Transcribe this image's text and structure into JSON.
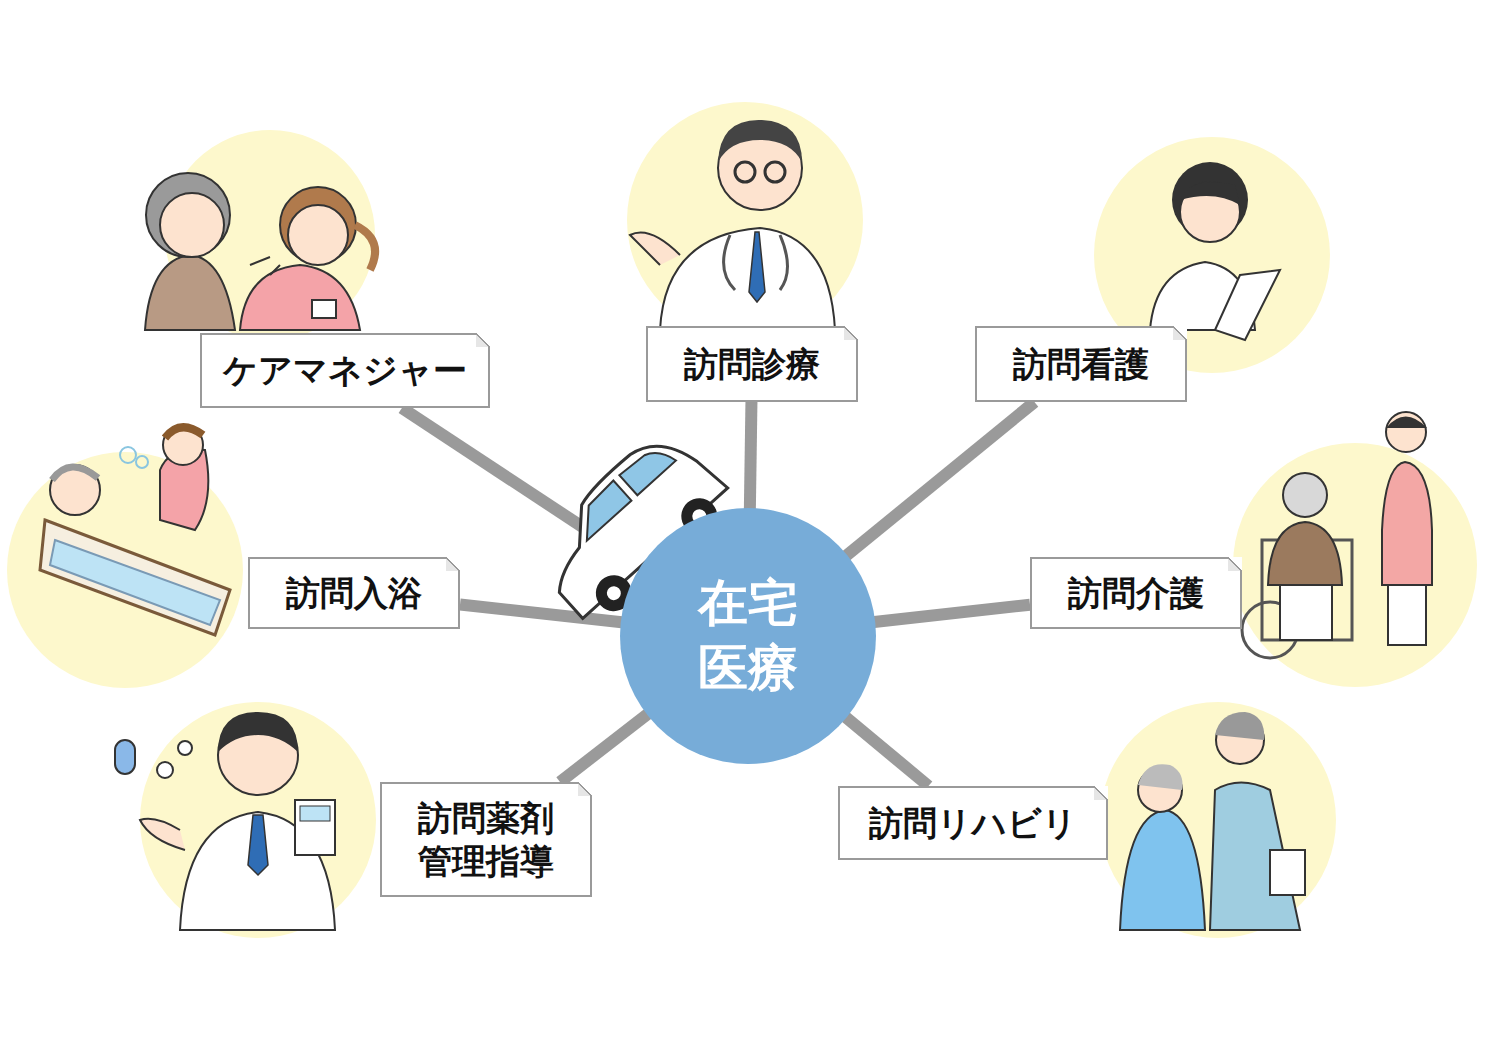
{
  "diagram": {
    "nodes": [
      {
        "text": [
          "ケアマネジャー"
        ]
      },
      {
        "text": [
          "訪問診療"
        ]
      },
      {
        "text": [
          "訪問看護"
        ]
      },
      {
        "text": [
          "訪問入浴"
        ]
      },
      {
        "text": [
          "在宅 医療"
        ]
      },
      {
        "text": [
          "訪問介護"
        ]
      },
      {
        "text": [
          "訪問薬剤 管理指導"
        ]
      },
      {
        "text": [
          "訪問リハビリ"
        ]
      }
    ],
    "edges": [
      {
        "from": 4,
        "to": 0,
        "arrow": "none"
      },
      {
        "from": 4,
        "to": 1,
        "arrow": "none"
      },
      {
        "from": 4,
        "to": 2,
        "arrow": "none"
      },
      {
        "from": 4,
        "to": 3,
        "arrow": "none"
      },
      {
        "from": 4,
        "to": 5,
        "arrow": "none"
      },
      {
        "from": 4,
        "to": 6,
        "arrow": "none"
      },
      {
        "from": 4,
        "to": 7,
        "arrow": "none"
      }
    ]
  }
}
